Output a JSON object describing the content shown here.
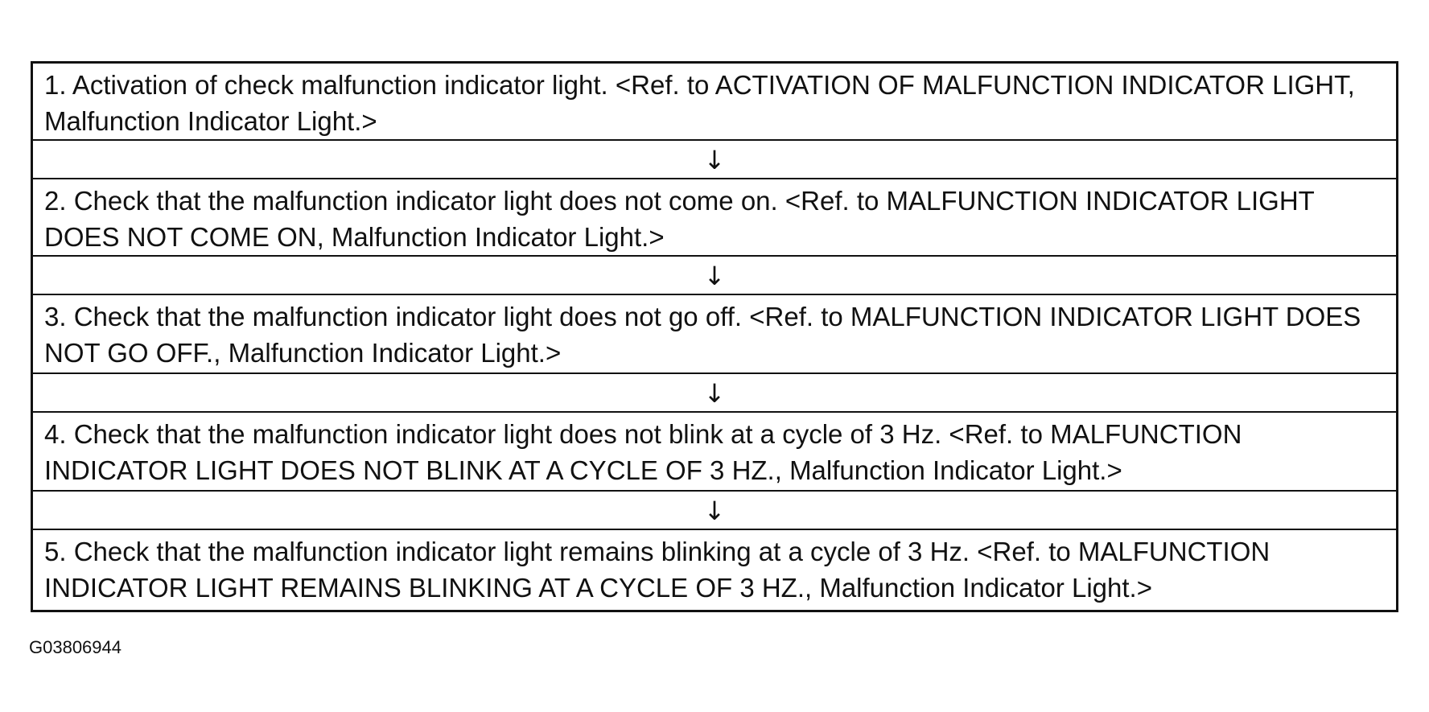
{
  "steps": [
    "1. Activation of check malfunction indicator light. <Ref. to ACTIVATION OF MALFUNCTION INDICATOR LIGHT, Malfunction Indicator Light.>",
    "2. Check that the malfunction indicator light does not come on. <Ref. to MALFUNCTION INDICATOR LIGHT DOES NOT COME ON, Malfunction Indicator Light.>",
    "3. Check that the malfunction indicator light does not go off. <Ref. to MALFUNCTION INDICATOR LIGHT DOES NOT GO OFF., Malfunction Indicator Light.>",
    "4. Check that the malfunction indicator light does not blink at a cycle of 3 Hz. <Ref. to MALFUNCTION INDICATOR LIGHT DOES NOT BLINK AT A CYCLE OF 3 HZ., Malfunction Indicator Light.>",
    "5. Check that the malfunction indicator light remains blinking at a cycle of 3 Hz. <Ref. to MALFUNCTION INDICATOR LIGHT REMAINS BLINKING AT A CYCLE OF 3 HZ., Malfunction Indicator Light.>"
  ],
  "arrow_glyph": "↓",
  "figure_code": "G03806944"
}
